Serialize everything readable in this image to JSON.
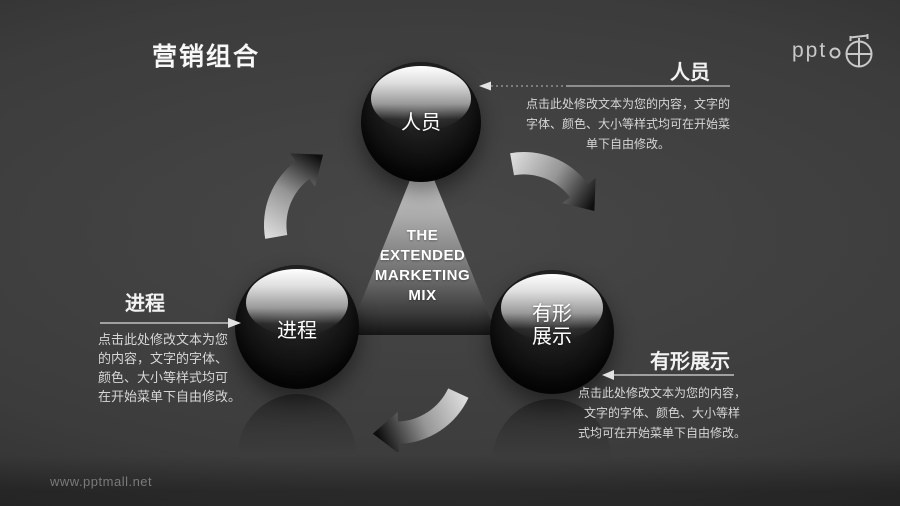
{
  "slide_title": "营销组合",
  "watermark": "www.pptmall.net",
  "logo": {
    "text": "ppt",
    "icon": "pptmall-logo"
  },
  "center_triangle": {
    "text": "THE\nEXTENDED\nMARKETING\nMIX"
  },
  "spheres": [
    {
      "id": "top",
      "label": "人员"
    },
    {
      "id": "left",
      "label": "进程"
    },
    {
      "id": "right",
      "label": "有形\n展示"
    }
  ],
  "annotations": [
    {
      "id": "people",
      "heading": "人员",
      "body": "点击此处修改文本为您的内容，文字的\n字体、颜色、大小等样式均可在开始菜\n单下自由修改。"
    },
    {
      "id": "process",
      "heading": "进程",
      "body": "点击此处修改文本为您\n的内容，文字的字体、\n颜色、大小等样式均可\n在开始菜单下自由修改。"
    },
    {
      "id": "physical-evidence",
      "heading": "有形展示",
      "body": "点击此处修改文本为您的内容，\n文字的字体、颜色、大小等样\n式均可在开始菜单下自由修改。"
    }
  ],
  "icons": {
    "arrows": [
      "clockwise-arc-arrow-upper-left",
      "clockwise-arc-arrow-upper-right",
      "clockwise-arc-arrow-bottom"
    ],
    "connectors": [
      "dashed-arrow-to-top-sphere",
      "arrow-to-left-sphere",
      "arrow-to-right-sphere"
    ]
  },
  "colors": {
    "background_center": "#474747",
    "background_edge": "#262626",
    "sphere_black": "#0a0a0a",
    "sphere_highlight": "#ffffff",
    "triangle_light": "#ededed",
    "triangle_dark": "#1e1e1e",
    "text_primary": "#f7f7f7",
    "text_body": "#d6d6d6",
    "connector_line": "#aaaaaa",
    "arrow_light": "#dcdcdc",
    "arrow_dark": "#0e0e0e",
    "watermark": "#7a7a7a"
  }
}
